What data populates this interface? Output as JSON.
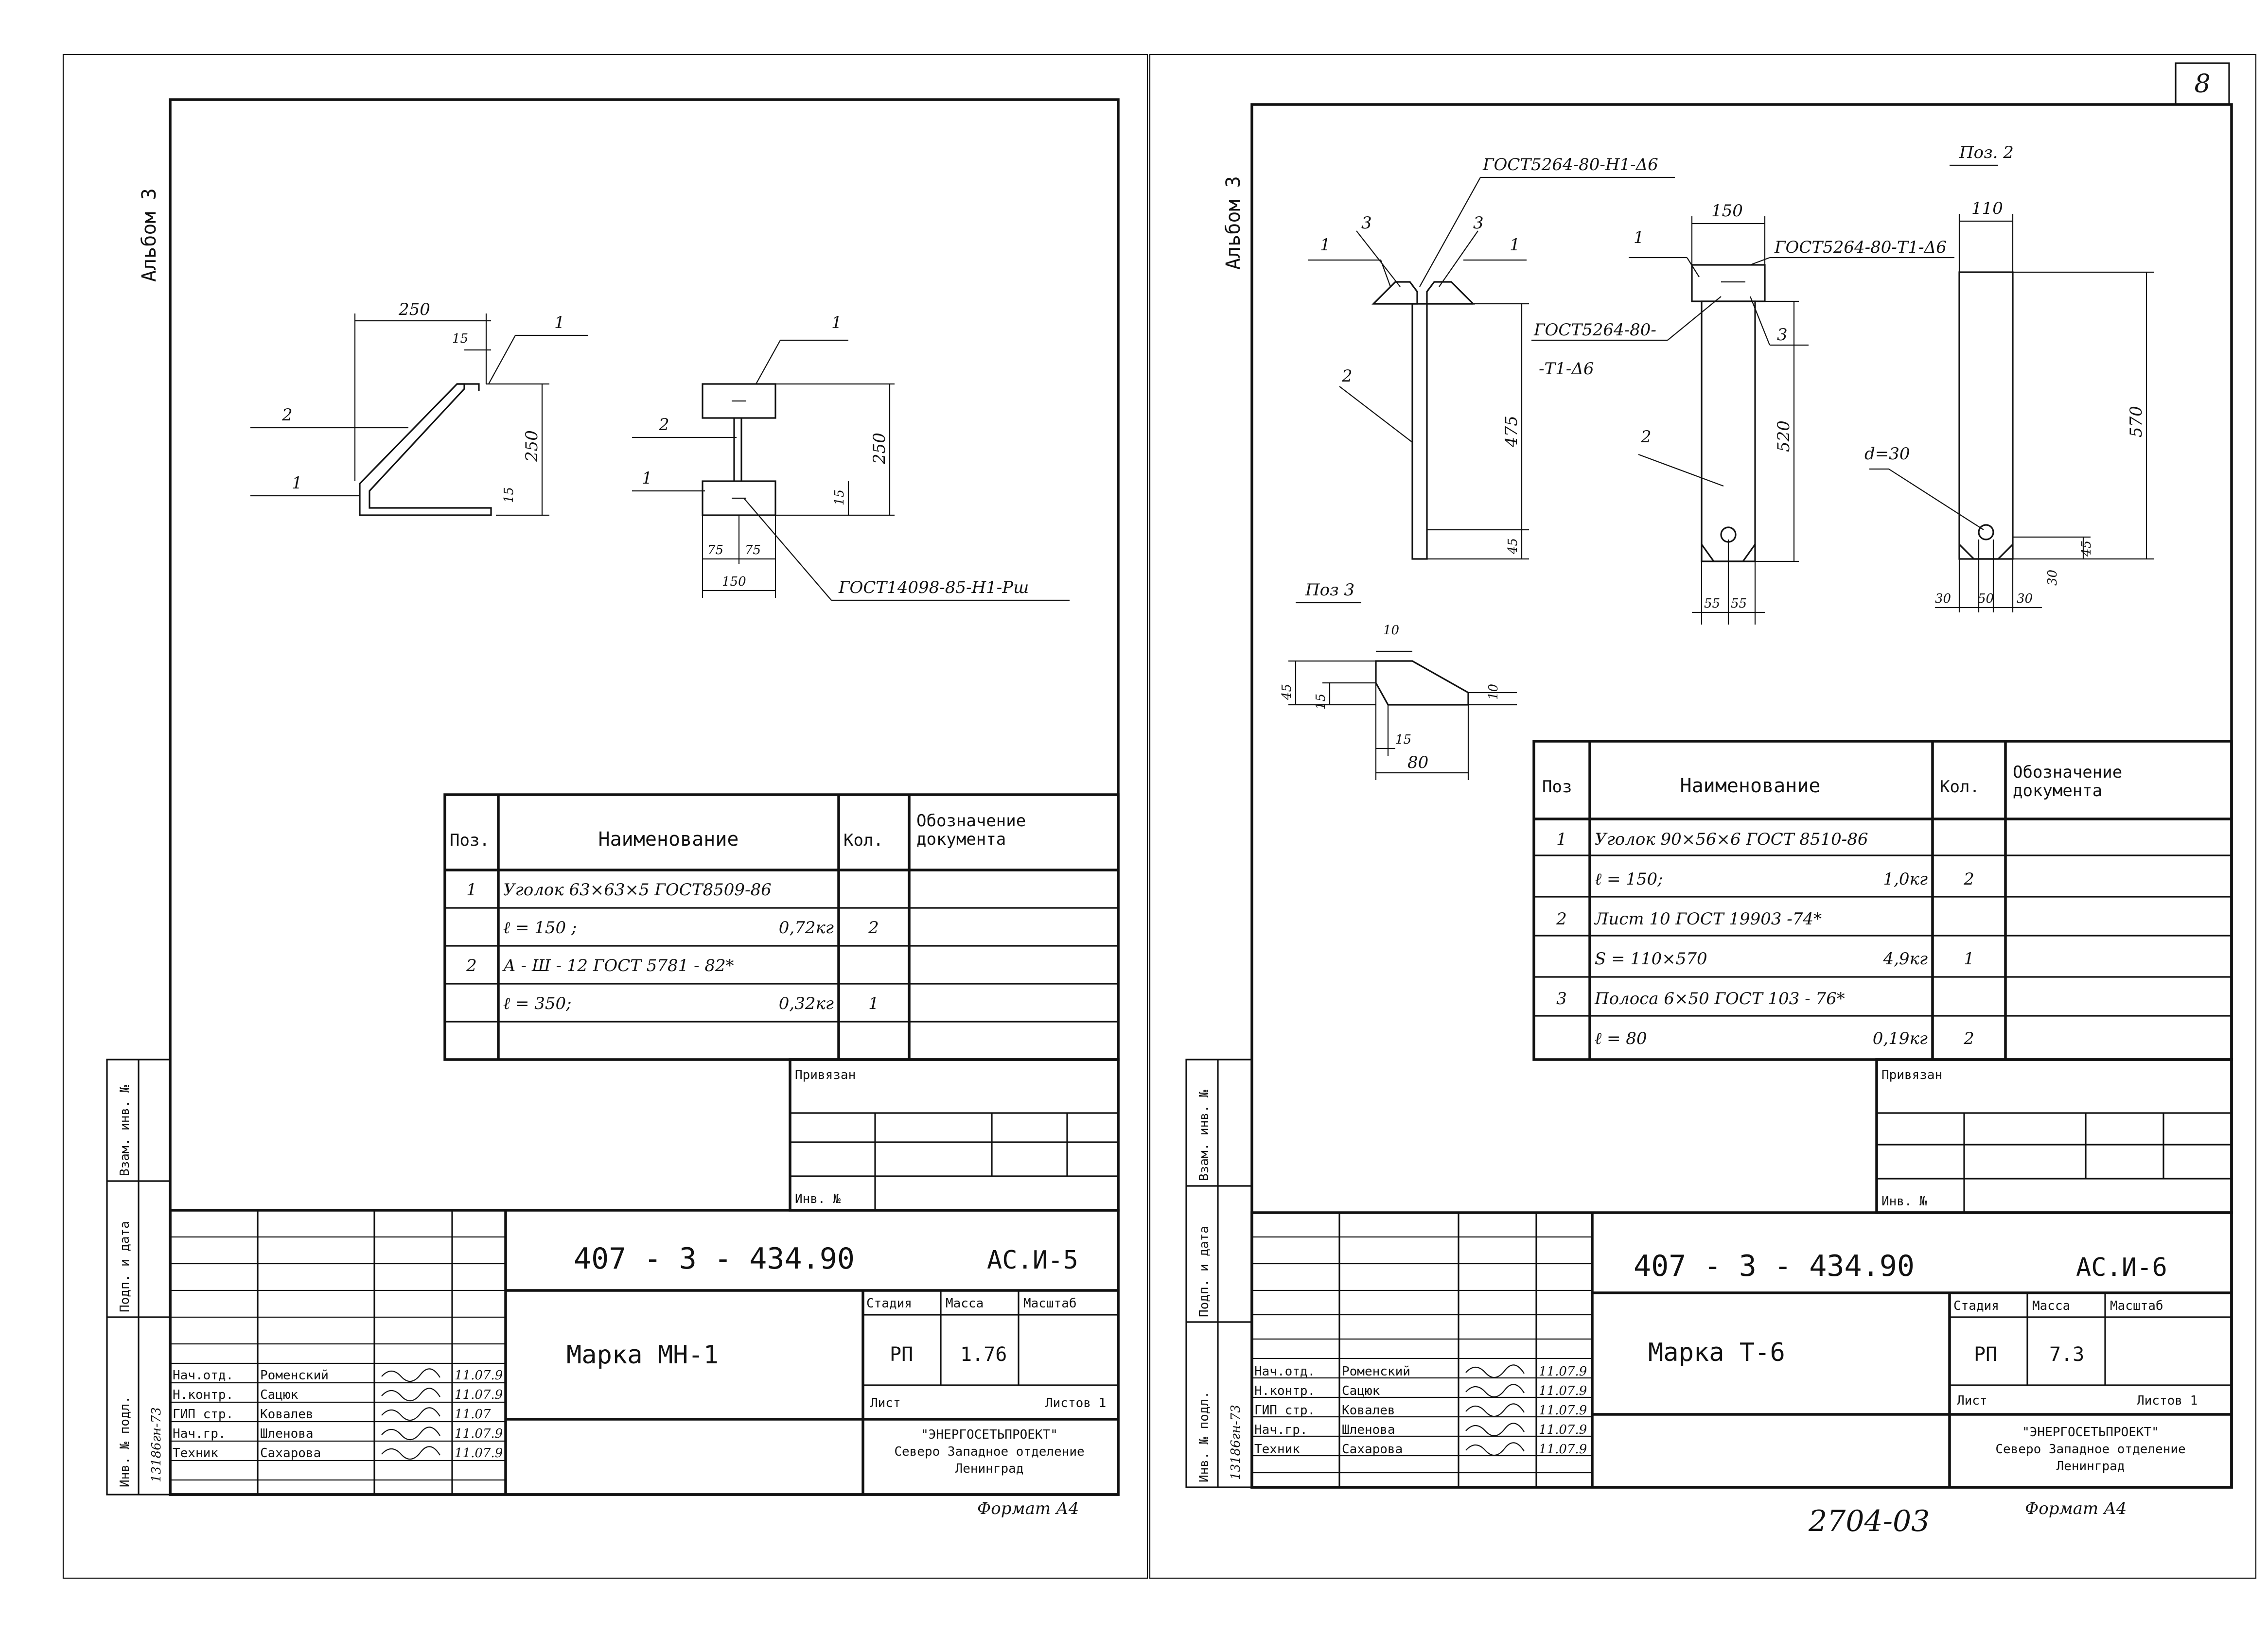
{
  "page_number": "8",
  "album_label": "Альбом 3",
  "format_label": "Формат А4",
  "archive_number": "2704-03",
  "stamp_labels": {
    "vzam": "Взам. инв. №",
    "podp": "Подп. и дата",
    "inv": "Инв. № подл."
  },
  "left_sheet": {
    "inv_number": "13186гн-73",
    "drawing": {
      "dims": [
        "250",
        "15",
        "250",
        "15",
        "250",
        "15",
        "75",
        "75",
        "150"
      ],
      "callouts": [
        "1",
        "2",
        "1",
        "1",
        "2",
        "1"
      ],
      "weld_note": "ГОСТ14098-85-Н1-Рш"
    },
    "spec": {
      "headers": {
        "pos": "Поз.",
        "name": "Наименование",
        "qty": "Кол.",
        "doc": "Обозначение документа"
      },
      "rows": [
        {
          "pos": "1",
          "name": "Уголок 63×63×5 ГОСТ8509-86",
          "weight": "",
          "qty": "",
          "doc": ""
        },
        {
          "pos": "",
          "name": "ℓ = 150 ;",
          "weight": "0,72кг",
          "qty": "2",
          "doc": ""
        },
        {
          "pos": "2",
          "name": "А - Ш - 12 ГОСТ 5781 - 82*",
          "weight": "",
          "qty": "",
          "doc": ""
        },
        {
          "pos": "",
          "name": "ℓ = 350;",
          "weight": "0,32кг",
          "qty": "1",
          "doc": ""
        },
        {
          "pos": "",
          "name": "",
          "weight": "",
          "qty": "",
          "doc": ""
        }
      ]
    },
    "privyazan": "Привязан",
    "inv_no": "Инв. №",
    "code": "407 - 3 - 434.90",
    "sheet_code": "АС.И-5",
    "title": "Марка МН-1",
    "stage_headers": [
      "Стадия",
      "Масса",
      "Масштаб"
    ],
    "stage": "РП",
    "mass": "1.76",
    "scale": "",
    "list_label": "Лист",
    "lists_label": "Листов 1",
    "org": [
      "\"ЭНЕРГОСЕТЬПРОЕКТ\"",
      "Северо Западное отделение",
      "Ленинград"
    ],
    "people": [
      {
        "role": "Нач.отд.",
        "name": "Роменский",
        "date": "11.07.9"
      },
      {
        "role": "Н.контр.",
        "name": "Сацюк",
        "date": "11.07.9"
      },
      {
        "role": "ГИП стр.",
        "name": "Ковалев",
        "date": "11.07"
      },
      {
        "role": "Нач.гр.",
        "name": "Шленова",
        "date": "11.07.9"
      },
      {
        "role": "Техник",
        "name": "Сахарова",
        "date": "11.07.9"
      }
    ]
  },
  "right_sheet": {
    "inv_number": "13186гн-73",
    "drawing": {
      "weld1": "ГОСТ5264-80-Н1-Δ6",
      "weld2": "ГОСТ5264-80-Т1-Δ6",
      "weld3a": "ГОСТ5264-80-",
      "weld3b": "-Т1-Δ6",
      "pos2_label": "Поз. 2",
      "pos3_label": "Поз 3",
      "dims": [
        "150",
        "475",
        "45",
        "520",
        "55",
        "55",
        "110",
        "570",
        "d=30",
        "30",
        "50",
        "30",
        "45",
        "30",
        "10",
        "10",
        "45",
        "15",
        "15",
        "80"
      ],
      "callouts": [
        "1",
        "3",
        "3",
        "1",
        "2",
        "1",
        "3",
        "2"
      ]
    },
    "spec": {
      "headers": {
        "pos": "Поз",
        "name": "Наименование",
        "qty": "Кол.",
        "doc": "Обозначение документа"
      },
      "rows": [
        {
          "pos": "1",
          "name": "Уголок 90×56×6 ГОСТ 8510-86",
          "weight": "",
          "qty": "",
          "doc": ""
        },
        {
          "pos": "",
          "name": "ℓ = 150;",
          "weight": "1,0кг",
          "qty": "2",
          "doc": ""
        },
        {
          "pos": "2",
          "name": "Лист 10 ГОСТ 19903 -74*",
          "weight": "",
          "qty": "",
          "doc": ""
        },
        {
          "pos": "",
          "name": "S = 110×570",
          "weight": "4,9кг",
          "qty": "1",
          "doc": ""
        },
        {
          "pos": "3",
          "name": "Полоса 6×50 ГОСТ 103 - 76*",
          "weight": "",
          "qty": "",
          "doc": ""
        },
        {
          "pos": "",
          "name": "ℓ = 80",
          "weight": "0,19кг",
          "qty": "2",
          "doc": ""
        }
      ]
    },
    "privyazan": "Привязан",
    "inv_no": "Инв. №",
    "code": "407 - 3 - 434.90",
    "sheet_code": "АС.И-6",
    "title": "Марка Т-6",
    "stage_headers": [
      "Стадия",
      "Масса",
      "Масштаб"
    ],
    "stage": "РП",
    "mass": "7.3",
    "scale": "",
    "list_label": "Лист",
    "lists_label": "Листов 1",
    "org": [
      "\"ЭНЕРГОСЕТЬПРОЕКТ\"",
      "Северо Западное отделение",
      "Ленинград"
    ],
    "people": [
      {
        "role": "Нач.отд.",
        "name": "Роменский",
        "date": "11.07.9"
      },
      {
        "role": "Н.контр.",
        "name": "Сацюк",
        "date": "11.07.9"
      },
      {
        "role": "ГИП стр.",
        "name": "Ковалев",
        "date": "11.07.9"
      },
      {
        "role": "Нач.гр.",
        "name": "Шленова",
        "date": "11.07.9"
      },
      {
        "role": "Техник",
        "name": "Сахарова",
        "date": "11.07.9"
      }
    ]
  }
}
